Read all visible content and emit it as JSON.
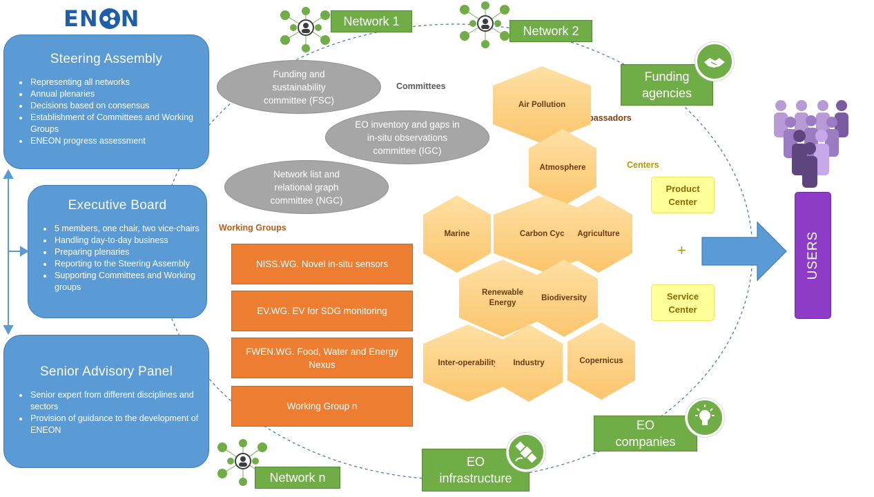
{
  "logo": {
    "pre": "EN",
    "post": "N"
  },
  "steering": {
    "title": "Steering Assembly",
    "items": [
      "Representing all networks",
      "Annual plenaries",
      "Decisions based on consensus",
      "Establishment of Committees and Working Groups",
      "ENEON progress assessment"
    ]
  },
  "executive": {
    "title": "Executive Board",
    "items": [
      "5 members, one chair, two vice-chairs",
      "Handling day-to-day business",
      "Preparing plenaries",
      "Reporting to the Steering Assembly",
      "Supporting Committees and Working groups"
    ]
  },
  "senior": {
    "title": "Senior Advisory Panel",
    "items": [
      "Senior expert from different disciplines and sectors",
      "Provision of guidance to the development of ENEON"
    ]
  },
  "committees": {
    "label": "Committees",
    "fsc": "Funding and sustainability committee (FSC)",
    "igc": "EO inventory and gaps in in-situ observations committee (IGC)",
    "ngc": "Network list and relational graph committee (NGC)"
  },
  "working_groups": {
    "label": "Working Groups",
    "items": [
      "NISS.WG. Novel in-situ sensors",
      "EV.WG. EV for SDG monitoring",
      "FWEN.WG. Food, Water and Energy Nexus",
      "Working Group n"
    ]
  },
  "ambassadors": {
    "label": "Ambassadors",
    "hexes": [
      "Air Pollution",
      "Atmosphere",
      "Marine",
      "Carbon Cycle",
      "Agriculture",
      "Renewable Energy",
      "Biodiversity",
      "Inter-operability",
      "Industry",
      "Copernicus"
    ]
  },
  "centers": {
    "label": "Centers",
    "product": "Product Center",
    "plus": "+",
    "service": "Service Center"
  },
  "users": {
    "label": "USERS"
  },
  "ring": {
    "network1": "Network 1",
    "network2": "Network 2",
    "networkn": "Network n",
    "funding": "Funding agencies",
    "eo_companies": "EO companies",
    "eo_infra": "EO infrastructure"
  },
  "icons": [
    "network-cluster-icon",
    "handshake-icon",
    "lightbulb-icon",
    "satellite-icon",
    "users-crowd-icon",
    "arrow-right-icon",
    "double-arrow-icon"
  ],
  "colors": {
    "blue": "#5b9bd5",
    "grey": "#a6a6a6",
    "orange": "#ed7d31",
    "green": "#70ad47",
    "hex": "#fbc56d",
    "purple": "#8e3cc8",
    "yellow": "#ffff99"
  }
}
